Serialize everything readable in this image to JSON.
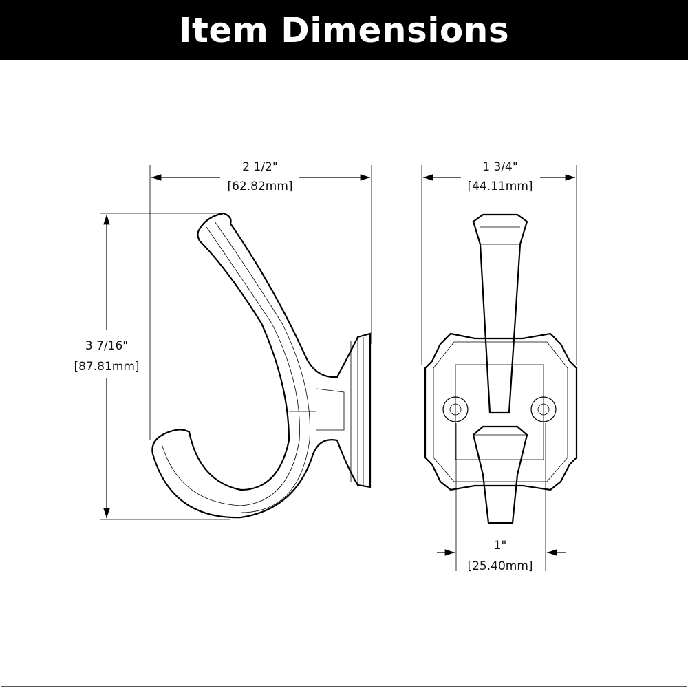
{
  "header": {
    "title": "Item Dimensions"
  },
  "dimensions": {
    "width": {
      "imperial": "2 1/2\"",
      "metric": "[62.82mm]"
    },
    "depth": {
      "imperial": "1 3/4\"",
      "metric": "[44.11mm]"
    },
    "height": {
      "imperial": "3 7/16\"",
      "metric": "[87.81mm]"
    },
    "hole_spacing": {
      "imperial": "1\"",
      "metric": "[25.40mm]"
    }
  }
}
